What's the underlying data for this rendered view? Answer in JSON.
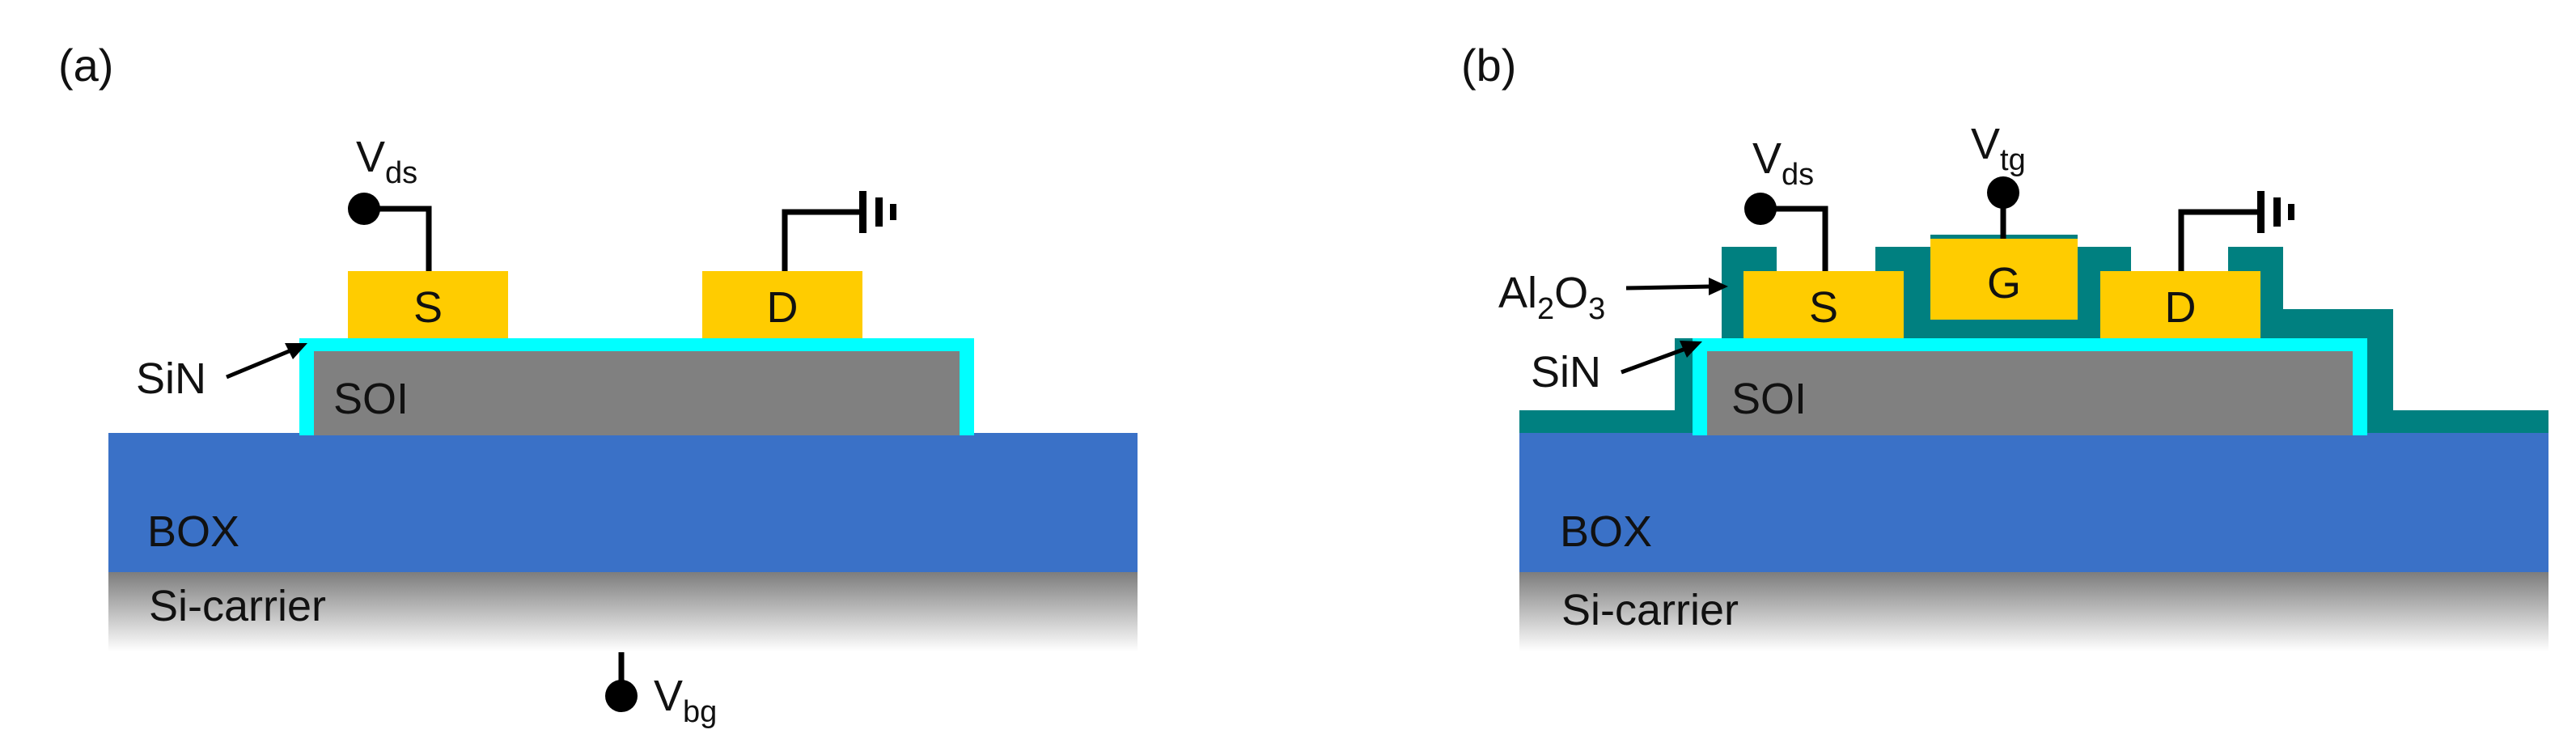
{
  "panels": [
    {
      "tag": "(a)",
      "labels": {
        "sin": "SiN",
        "soi": "SOI",
        "box": "BOX",
        "si_carrier": "Si-carrier",
        "source": "S",
        "drain": "D"
      },
      "voltages": {
        "vds_main": "V",
        "vds_sub": "ds",
        "vbg_main": "V",
        "vbg_sub": "bg"
      }
    },
    {
      "tag": "(b)",
      "labels": {
        "al2o3_a": "Al",
        "al2o3_sub2": "2",
        "al2o3_o": "O",
        "al2o3_sub3": "3",
        "sin": "SiN",
        "soi": "SOI",
        "box": "BOX",
        "si_carrier": "Si-carrier",
        "source": "S",
        "gate": "G",
        "drain": "D"
      },
      "voltages": {
        "vds_main": "V",
        "vds_sub": "ds",
        "vtg_main": "V",
        "vtg_sub": "tg"
      }
    }
  ],
  "colors": {
    "box": "#3a71c7",
    "soi": "#808080",
    "sin": "#00ffff",
    "al2o3": "#008080",
    "contact": "#ffcc00",
    "wire": "#000000"
  }
}
